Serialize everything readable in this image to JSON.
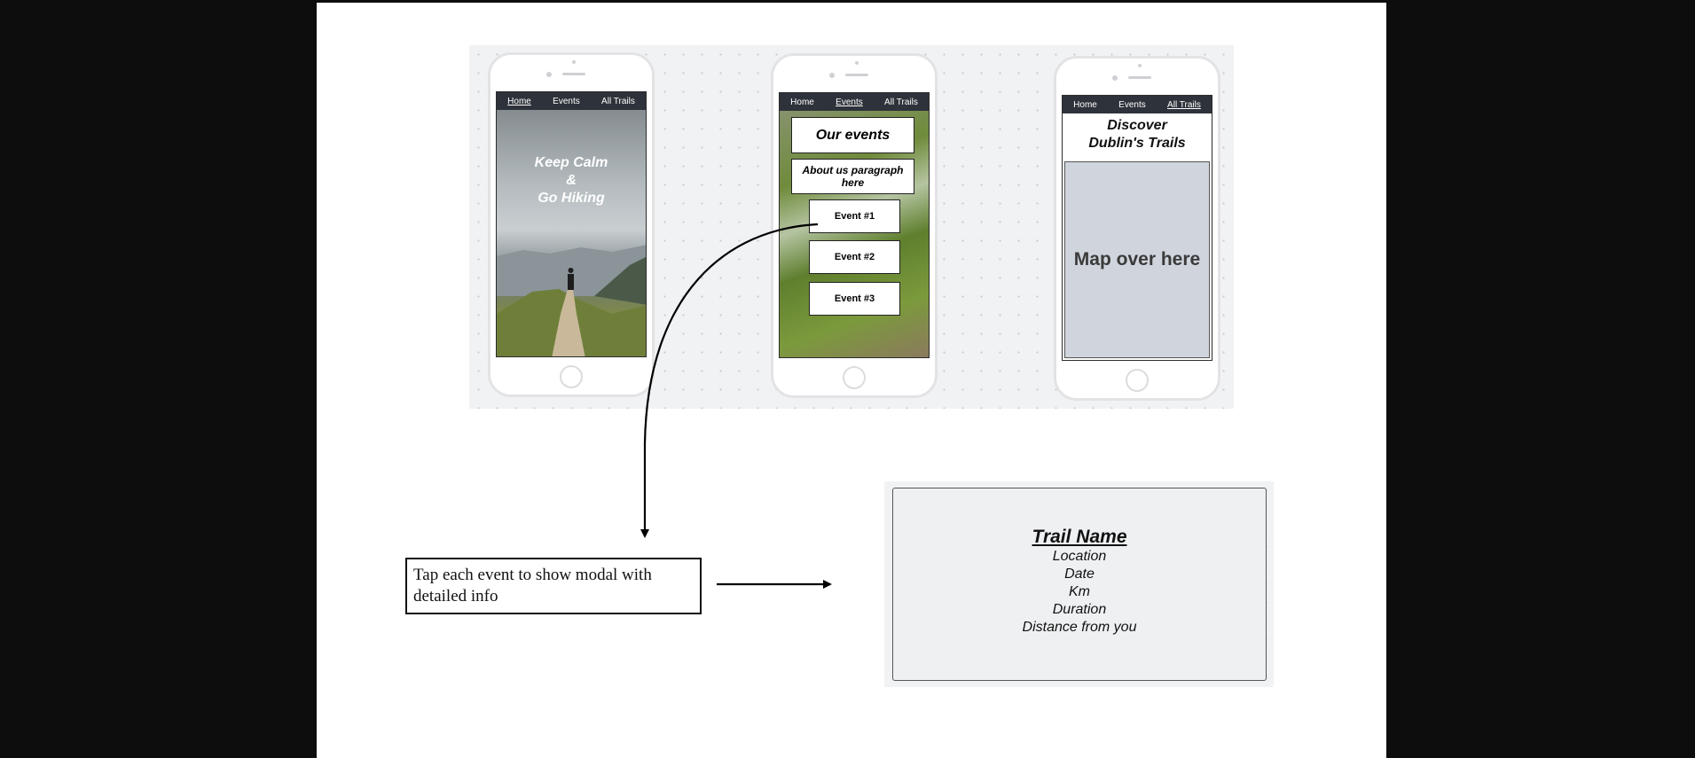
{
  "phones": [
    {
      "nav": [
        "Home",
        "Events",
        "All Trails"
      ],
      "active": "Home",
      "hero_lines": [
        "Keep Calm",
        "&",
        "Go Hiking"
      ]
    },
    {
      "nav": [
        "Home",
        "Events",
        "All Trails"
      ],
      "active": "Events",
      "heading": "Our events",
      "about": "About us paragraph here",
      "events": [
        "Event #1",
        "Event #2",
        "Event #3"
      ]
    },
    {
      "nav": [
        "Home",
        "Events",
        "All Trails"
      ],
      "active": "All Trails",
      "heading": "Discover Dublin's Trails",
      "map_label": "Map over here"
    }
  ],
  "note": "Tap each event to show modal with detailed info",
  "modal": {
    "title": "Trail Name",
    "lines": [
      "Location",
      "Date",
      "Km",
      "Duration",
      "Distance from you"
    ]
  },
  "colors": {
    "nav_bg": "#2e323a",
    "map_bg": "#d0d5dd",
    "modal_bg": "#eff0f2"
  }
}
